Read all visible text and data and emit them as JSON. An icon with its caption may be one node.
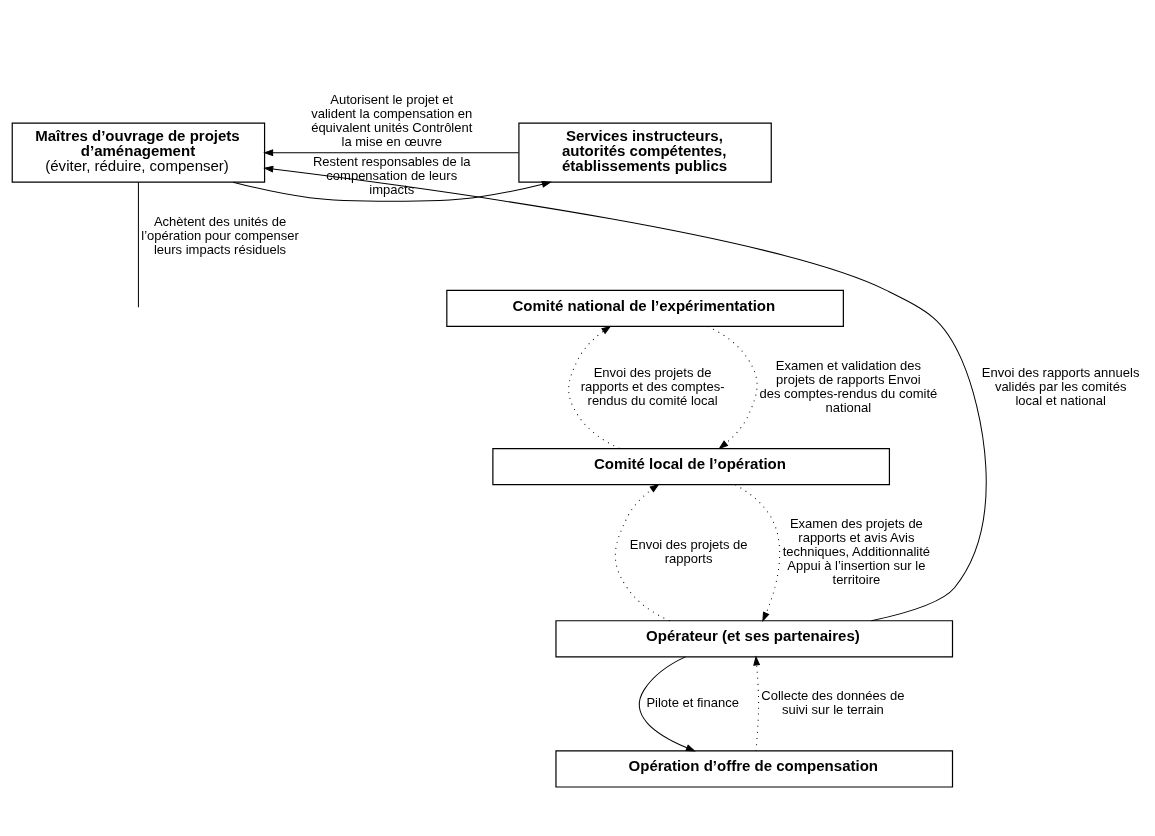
{
  "diagram": {
    "nodes": [
      {
        "text": [
          "Maîtres d’ouvrage de projets d’aménagement",
          "(éviter, réduire, compenser)"
        ]
      },
      {
        "text": [
          "Services instructeurs, autorités compétentes, établissements publics"
        ]
      },
      {
        "text": [
          "Comité national de l’expérimentation"
        ]
      },
      {
        "text": [
          "Comité local de l’opération"
        ]
      },
      {
        "text": [
          "Opérateur (et ses partenaires)"
        ]
      },
      {
        "text": [
          "Opération d’offre de compensation"
        ]
      }
    ],
    "edges": [
      {
        "from": 0,
        "to": 1,
        "arrow": "to",
        "label": "Restent responsables de la compensation de leurs impacts"
      },
      {
        "from": 1,
        "to": 0,
        "arrow": "to",
        "label": "Autorisent le projet et valident la compensation en équivalent unités Contrôlent la mise en œuvre"
      },
      {
        "from": 0,
        "to": null,
        "arrow": "none",
        "label": "Achètent des unités de l’opération pour compenser leurs impacts résiduels"
      },
      {
        "from": 4,
        "to": 0,
        "arrow": "to",
        "label": "Envoi des rapports annuels validés par les comités local et national"
      },
      {
        "from": 2,
        "to": 3,
        "arrow": "to",
        "style": "dashed",
        "label": "Examen et validation des projets de rapports Envoi des comptes-rendus du comité national"
      },
      {
        "from": 3,
        "to": 2,
        "arrow": "to",
        "style": "dashed",
        "label": "Envoi des projets de rapports et des comptes-rendus du comité local"
      },
      {
        "from": 3,
        "to": 4,
        "arrow": "to",
        "style": "dashed",
        "label": "Examen des projets de rapports et avis Avis techniques, Additionnalité Appui à l’insertion sur le territoire"
      },
      {
        "from": 4,
        "to": 3,
        "arrow": "to",
        "style": "dashed",
        "label": "Envoi des projets de rapports"
      },
      {
        "from": 4,
        "to": 5,
        "arrow": "to",
        "label": "Pilote et finance"
      },
      {
        "from": 5,
        "to": 4,
        "arrow": "to",
        "style": "dashed",
        "label": "Collecte des données de suivi sur le terrain"
      }
    ]
  }
}
